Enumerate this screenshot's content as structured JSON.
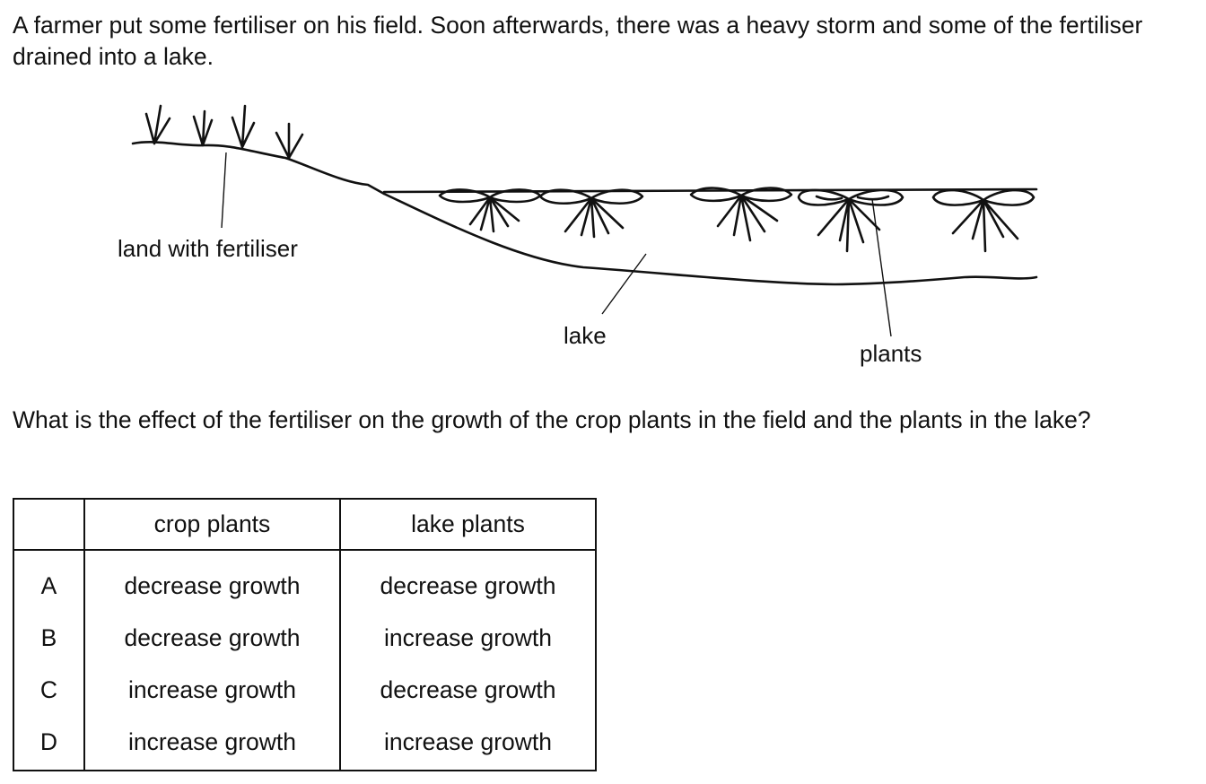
{
  "intro_text": "A farmer put some fertiliser on his field. Soon afterwards, there was a heavy storm and some of the fertiliser drained into a lake.",
  "diagram": {
    "labels": {
      "land": "land with fertiliser",
      "lake": "lake",
      "plants": "plants"
    }
  },
  "question_text": "What is the effect of the fertiliser on the growth of the crop plants in the field and the plants in the lake?",
  "table": {
    "headers": [
      "",
      "crop plants",
      "lake plants"
    ],
    "rows": [
      {
        "letter": "A",
        "crop": "decrease growth",
        "lake": "decrease growth"
      },
      {
        "letter": "B",
        "crop": "decrease growth",
        "lake": "increase growth"
      },
      {
        "letter": "C",
        "crop": "increase growth",
        "lake": "decrease growth"
      },
      {
        "letter": "D",
        "crop": "increase growth",
        "lake": "increase growth"
      }
    ]
  }
}
